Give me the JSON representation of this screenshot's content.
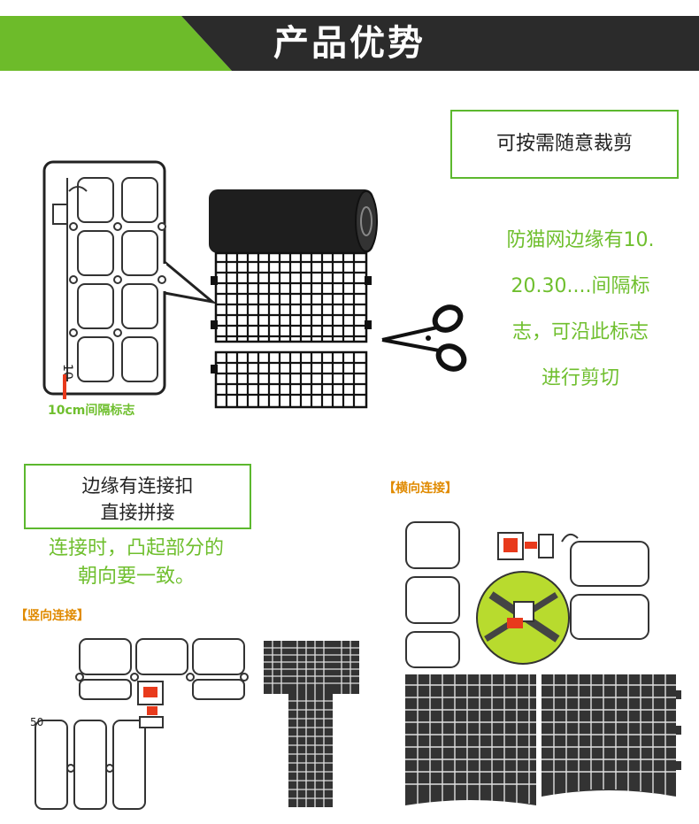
{
  "header": {
    "title": "产品优势"
  },
  "cut_section": {
    "box_label": "可按需随意裁剪",
    "mark_label": "10cm间隔标志",
    "description_lines": [
      "防猫网边缘有10.",
      "20.30....间隔标",
      "志，可沿此标志",
      "进行剪切"
    ]
  },
  "edge_section": {
    "box_lines": [
      "边缘有连接扣",
      "直接拼接"
    ],
    "join_text_lines": [
      "连接时，凸起部分的",
      "朝向要一致。"
    ],
    "vertical_label": "【竖向连接】",
    "horizontal_label": "【横向连接】"
  },
  "colors": {
    "banner_dark": "#2b2b2b",
    "banner_green": "#6dbb2a",
    "accent_green": "#5cb82e",
    "label_orange": "#e08a00",
    "mark_red": "#e83a1c"
  },
  "icons": [
    "scissors-icon",
    "net-roll-image",
    "net-panel-image",
    "connector-clip-icon"
  ]
}
